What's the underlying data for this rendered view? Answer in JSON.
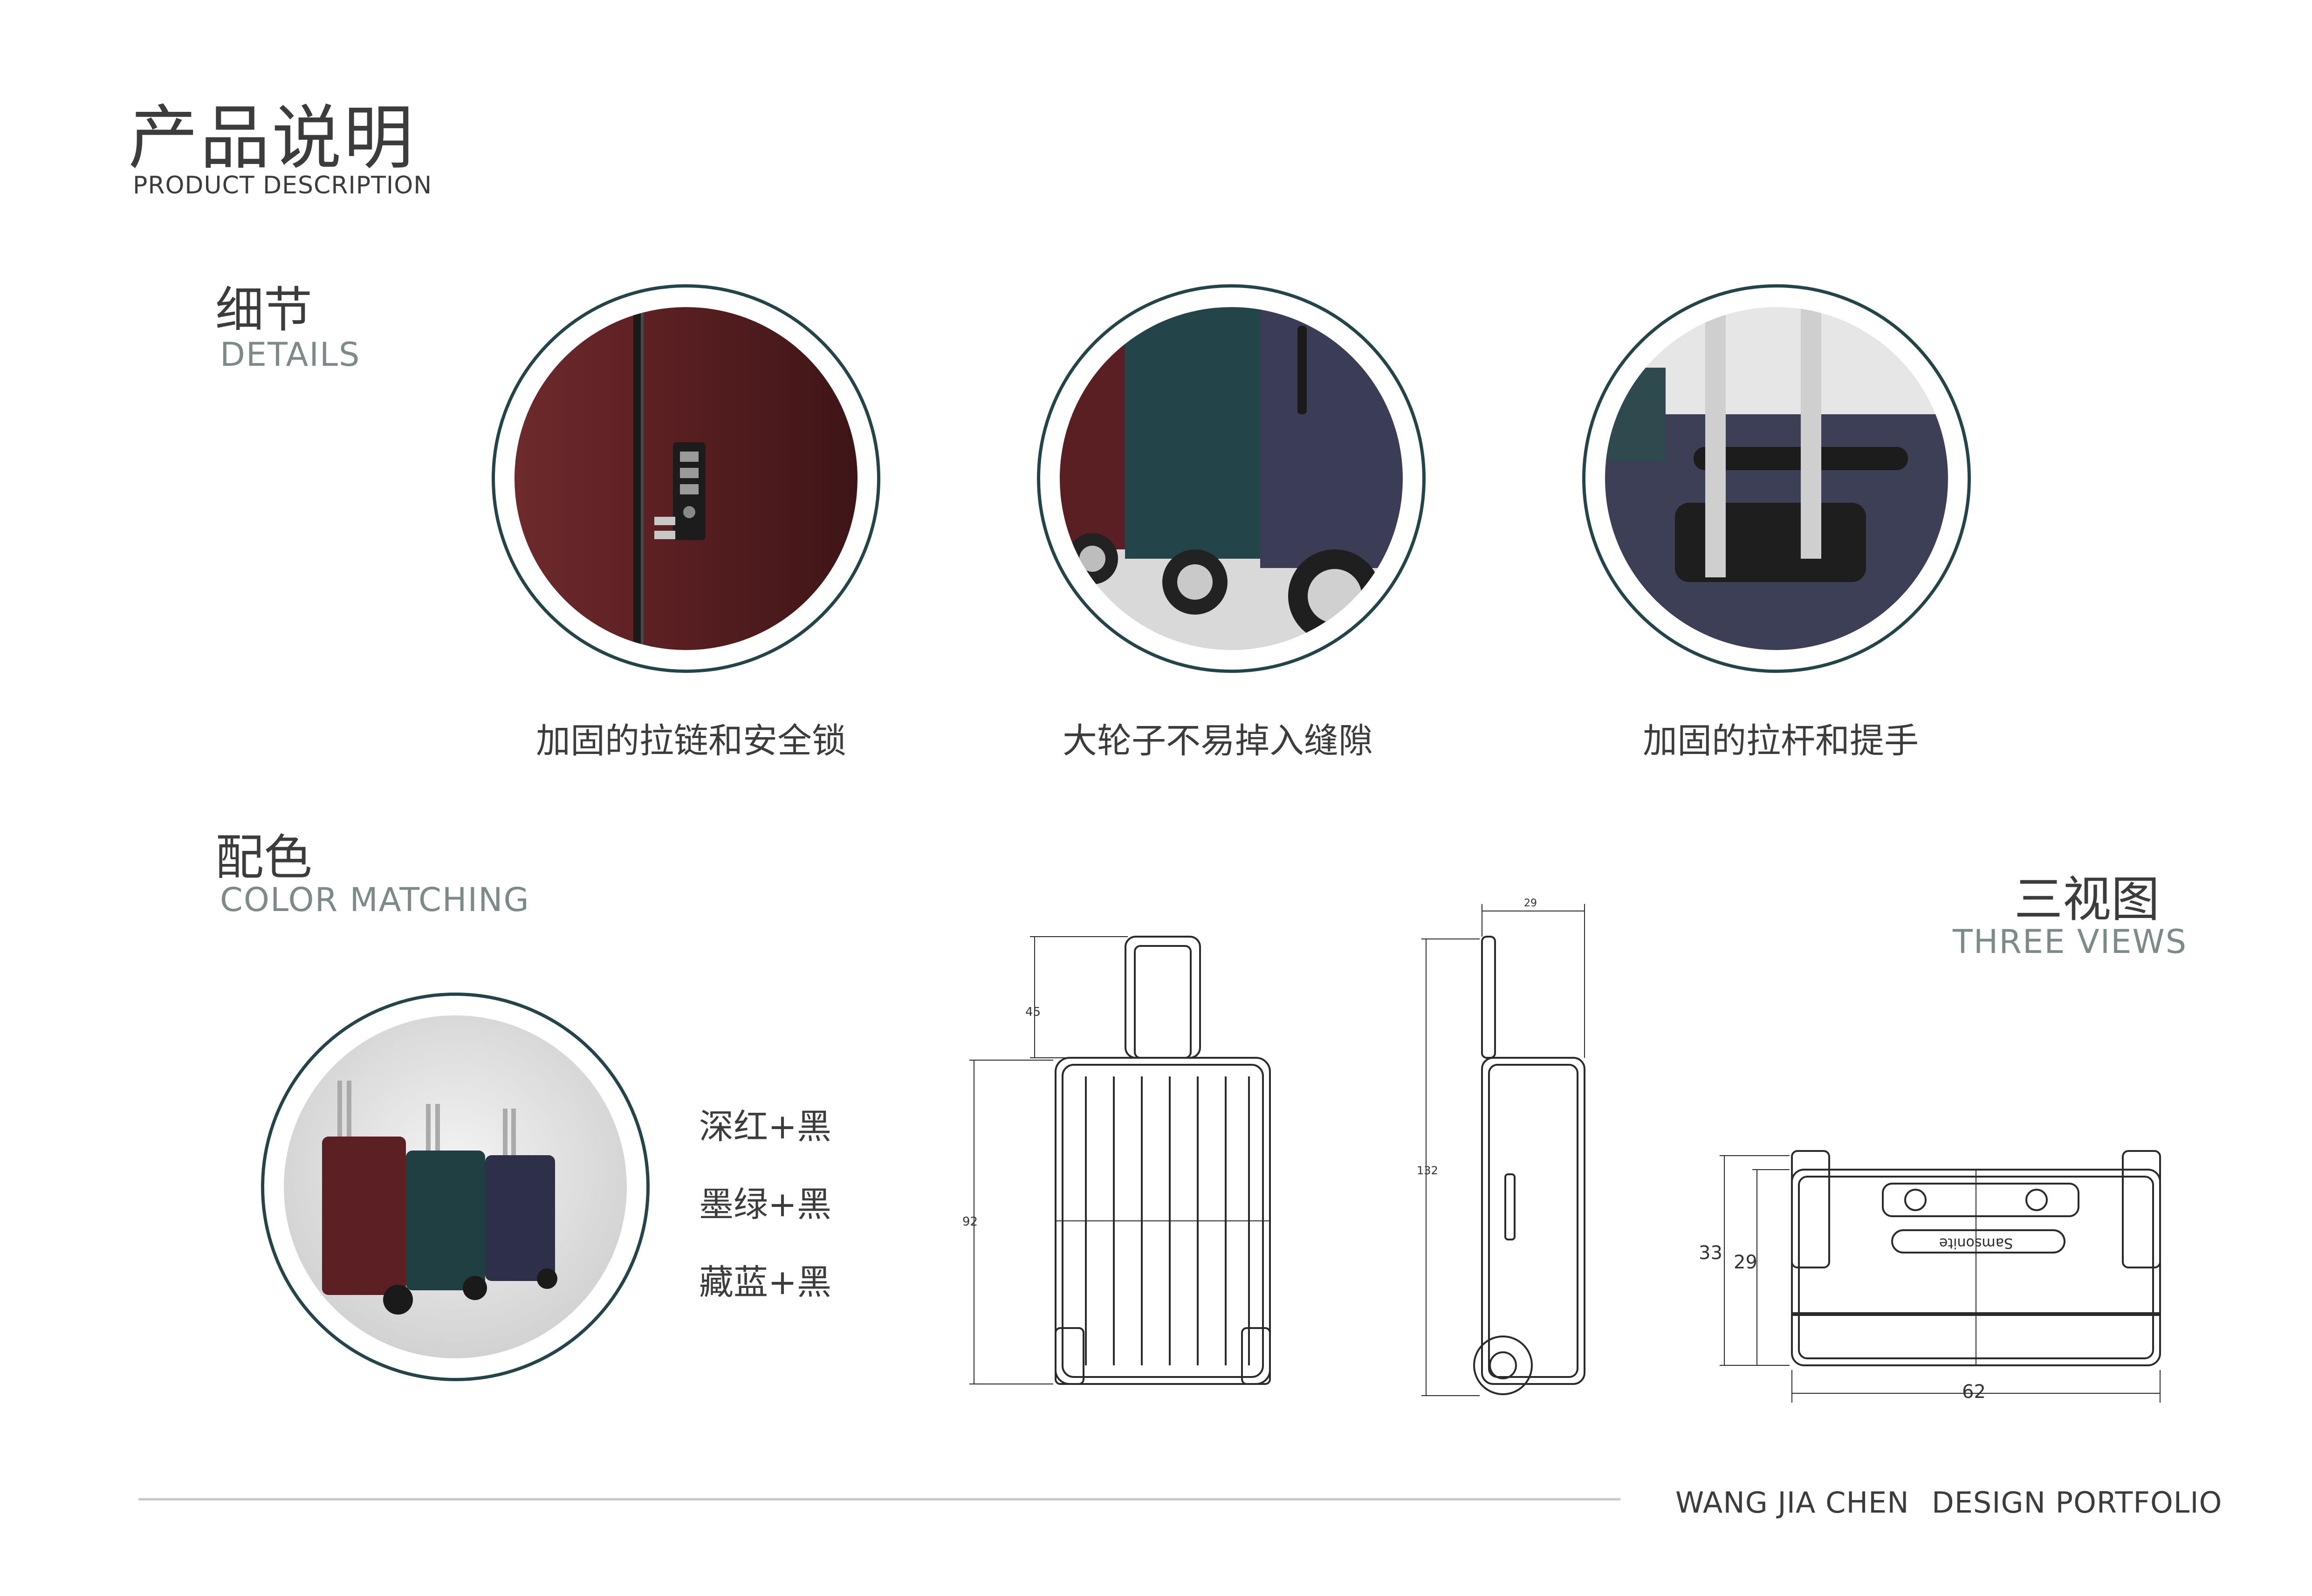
{
  "header": {
    "title_cn": "产品说明",
    "title_en": "PRODUCT DESCRIPTION"
  },
  "details": {
    "title_cn": "细节",
    "title_en": "DETAILS",
    "items": [
      {
        "caption": "加固的拉链和安全锁",
        "image": "zipper-and-lock-closeup",
        "color": "#5a1f22"
      },
      {
        "caption": "大轮子不易掉入缝隙",
        "image": "large-wheels-closeup",
        "color": "#2e4a4f"
      },
      {
        "caption": "加固的拉杆和提手",
        "image": "handle-and-trolley-closeup",
        "color": "#3c3f55"
      }
    ]
  },
  "colors": {
    "title_cn": "配色",
    "title_en": "COLOR MATCHING",
    "options": [
      {
        "label": "深红+黑",
        "hex": "#5c1f23"
      },
      {
        "label": "墨绿+黑",
        "hex": "#1f3f42"
      },
      {
        "label": "藏蓝+黑",
        "hex": "#2e3049"
      }
    ]
  },
  "three_views": {
    "title_cn": "三视图",
    "title_en": "THREE VIEWS",
    "dimensions": {
      "front_handle": "45",
      "front_height": "92",
      "side_depth": "29",
      "side_height": "132",
      "top_outer": "33",
      "top_inner": "29",
      "top_width": "62"
    },
    "brand_mark": "Samsonite"
  },
  "footer": {
    "author": "WANG JIA CHEN",
    "portfolio": "DESIGN PORTFOLIO"
  },
  "style": {
    "ring_color": "#23454a",
    "accent_gray": "#7d8a8a"
  }
}
